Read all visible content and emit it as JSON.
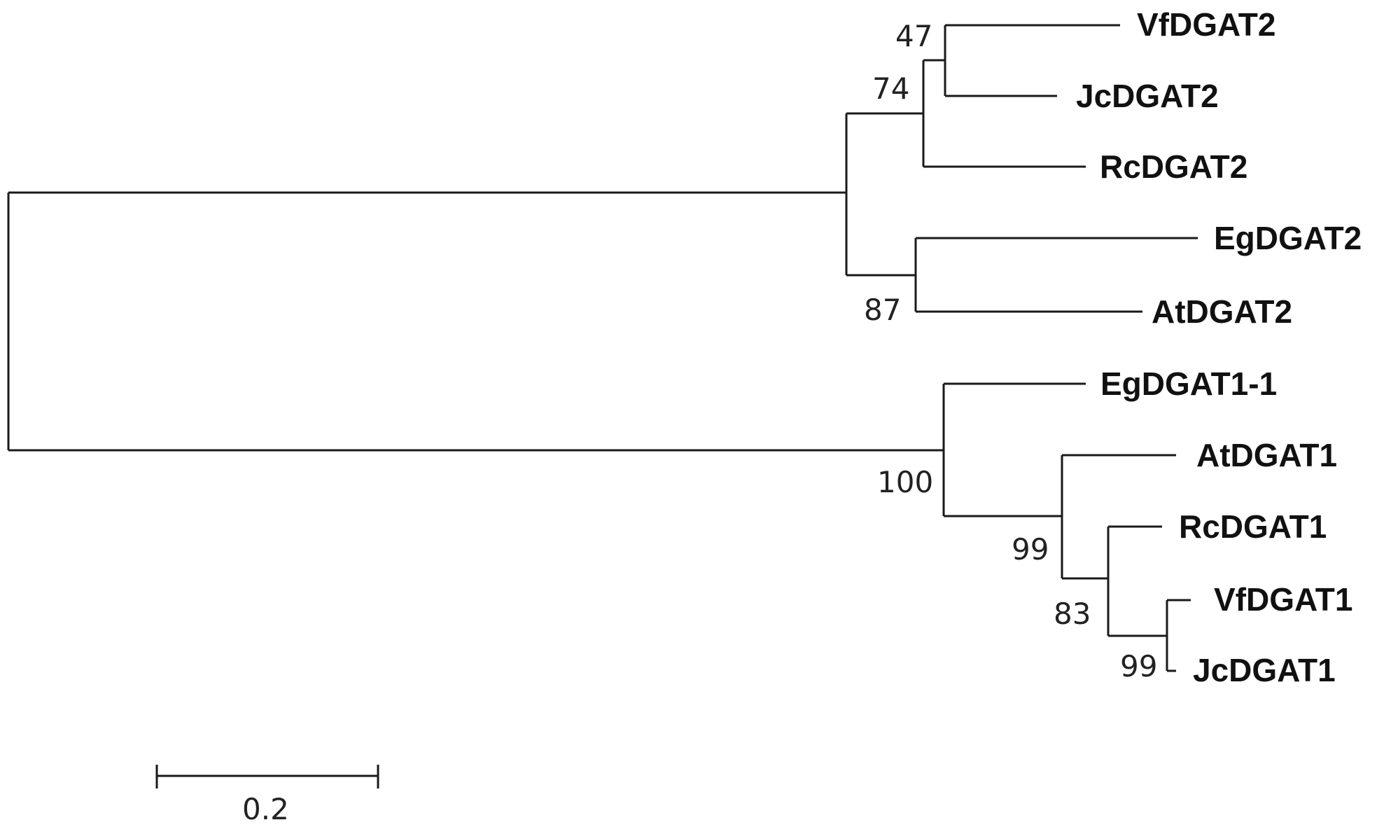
{
  "tree": {
    "taxa": [
      {
        "id": "vf2",
        "label": "VfDGAT2"
      },
      {
        "id": "jc2",
        "label": "JcDGAT2"
      },
      {
        "id": "rc2",
        "label": "RcDGAT2"
      },
      {
        "id": "eg2",
        "label": "EgDGAT2"
      },
      {
        "id": "at2",
        "label": "AtDGAT2"
      },
      {
        "id": "eg11",
        "label": "EgDGAT1-1"
      },
      {
        "id": "at1",
        "label": "AtDGAT1"
      },
      {
        "id": "rc1",
        "label": "RcDGAT1"
      },
      {
        "id": "vf1",
        "label": "VfDGAT1"
      },
      {
        "id": "jc1",
        "label": "JcDGAT1"
      }
    ],
    "bootstrap": {
      "vf2_jc2": "47",
      "dgat2_a": "74",
      "eg2_at2": "87",
      "dgat1": "100",
      "dgat1_sub": "99",
      "rc1_clade": "83",
      "vf1_jc1": "99"
    },
    "scale_bar": {
      "value": "0.2"
    }
  }
}
